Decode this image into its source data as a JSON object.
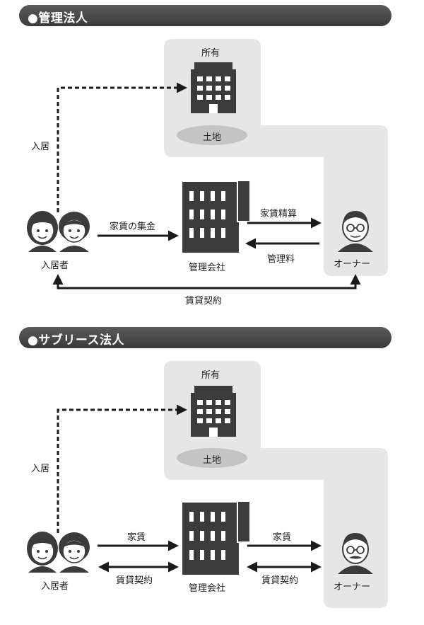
{
  "section1": {
    "title": "●管理法人",
    "ownership_label": "所有",
    "land_label": "土地",
    "move_in_label": "入居",
    "tenants_label": "入居者",
    "rent_collection_label": "家賃の集金",
    "company_label": "管理会社",
    "rent_settlement_label": "家賃精算",
    "management_fee_label": "管理料",
    "owner_label": "オーナー",
    "lease_contract_label": "賃貸契約"
  },
  "section2": {
    "title": "●サブリース法人",
    "ownership_label": "所有",
    "land_label": "土地",
    "move_in_label": "入居",
    "tenants_label": "入居者",
    "rent_label_left": "家賃",
    "lease_label_left": "賃貸契約",
    "company_label": "管理会社",
    "rent_label_right": "家賃",
    "lease_label_right": "賃貸契約",
    "owner_label": "オーナー"
  },
  "colors": {
    "header_bg": "#4a4a4a",
    "panel_bg": "#e6e6e6",
    "land_oval": "#c4c4c4",
    "icon_dark": "#3b3b3b"
  }
}
